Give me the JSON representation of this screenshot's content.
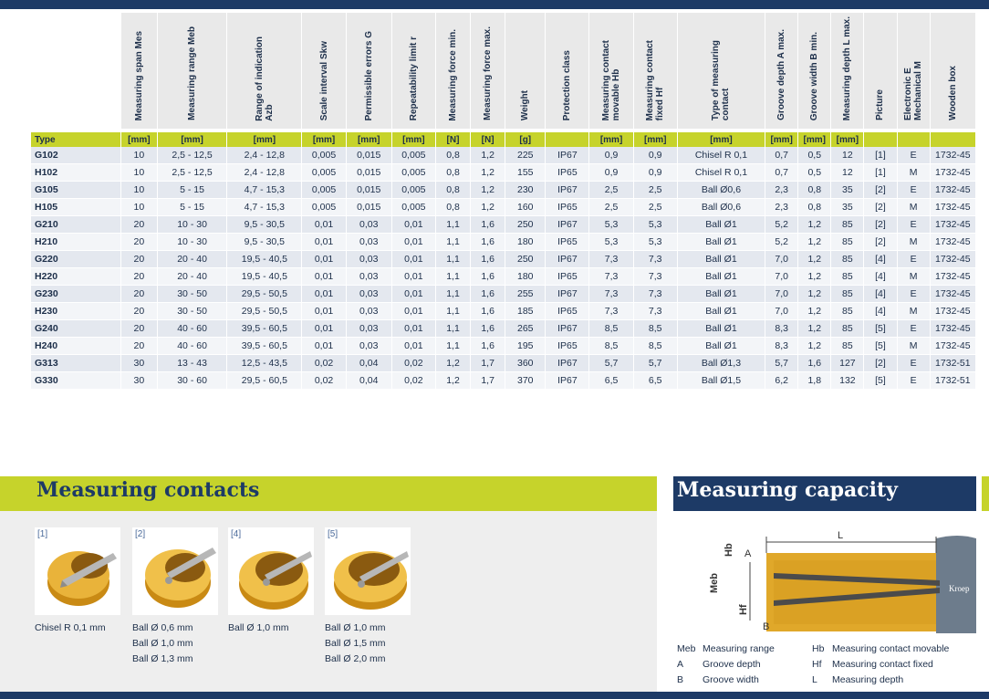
{
  "table": {
    "columns": [
      "Measuring span Mes",
      "Measuring range Meb",
      "Range of indication\nAzb",
      "Scale interval Skw",
      "Permissible errors G",
      "Repeatability limit r",
      "Measuring force min.",
      "Measuring force max.",
      "Weight",
      "Protection class",
      "Measuring contact\nmovable Hb",
      "Measuring contact\nfixed Hf",
      "Type of measuring\ncontact",
      "Groove depth A max.",
      "Groove width B min.",
      "Measuring depth L max.",
      "Picture",
      "Electronic E\nMechanical M",
      "Wooden box"
    ],
    "type_label": "Type",
    "units": [
      "[mm]",
      "[mm]",
      "[mm]",
      "[mm]",
      "[mm]",
      "[mm]",
      "[N]",
      "[N]",
      "[g]",
      "",
      "[mm]",
      "[mm]",
      "[mm]",
      "[mm]",
      "[mm]",
      "[mm]",
      "",
      "",
      ""
    ],
    "rows": [
      [
        "G102",
        "10",
        "2,5 - 12,5",
        "2,4 - 12,8",
        "0,005",
        "0,015",
        "0,005",
        "0,8",
        "1,2",
        "225",
        "IP67",
        "0,9",
        "0,9",
        "Chisel R 0,1",
        "0,7",
        "0,5",
        "12",
        "[1]",
        "E",
        "1732-45"
      ],
      [
        "H102",
        "10",
        "2,5 - 12,5",
        "2,4 - 12,8",
        "0,005",
        "0,015",
        "0,005",
        "0,8",
        "1,2",
        "155",
        "IP65",
        "0,9",
        "0,9",
        "Chisel R 0,1",
        "0,7",
        "0,5",
        "12",
        "[1]",
        "M",
        "1732-45"
      ],
      [
        "G105",
        "10",
        "5 - 15",
        "4,7 - 15,3",
        "0,005",
        "0,015",
        "0,005",
        "0,8",
        "1,2",
        "230",
        "IP67",
        "2,5",
        "2,5",
        "Ball Ø0,6",
        "2,3",
        "0,8",
        "35",
        "[2]",
        "E",
        "1732-45"
      ],
      [
        "H105",
        "10",
        "5 - 15",
        "4,7 - 15,3",
        "0,005",
        "0,015",
        "0,005",
        "0,8",
        "1,2",
        "160",
        "IP65",
        "2,5",
        "2,5",
        "Ball Ø0,6",
        "2,3",
        "0,8",
        "35",
        "[2]",
        "M",
        "1732-45"
      ],
      [
        "G210",
        "20",
        "10 - 30",
        "9,5 - 30,5",
        "0,01",
        "0,03",
        "0,01",
        "1,1",
        "1,6",
        "250",
        "IP67",
        "5,3",
        "5,3",
        "Ball Ø1",
        "5,2",
        "1,2",
        "85",
        "[2]",
        "E",
        "1732-45"
      ],
      [
        "H210",
        "20",
        "10 - 30",
        "9,5 - 30,5",
        "0,01",
        "0,03",
        "0,01",
        "1,1",
        "1,6",
        "180",
        "IP65",
        "5,3",
        "5,3",
        "Ball Ø1",
        "5,2",
        "1,2",
        "85",
        "[2]",
        "M",
        "1732-45"
      ],
      [
        "G220",
        "20",
        "20 - 40",
        "19,5 - 40,5",
        "0,01",
        "0,03",
        "0,01",
        "1,1",
        "1,6",
        "250",
        "IP67",
        "7,3",
        "7,3",
        "Ball Ø1",
        "7,0",
        "1,2",
        "85",
        "[4]",
        "E",
        "1732-45"
      ],
      [
        "H220",
        "20",
        "20 - 40",
        "19,5 - 40,5",
        "0,01",
        "0,03",
        "0,01",
        "1,1",
        "1,6",
        "180",
        "IP65",
        "7,3",
        "7,3",
        "Ball Ø1",
        "7,0",
        "1,2",
        "85",
        "[4]",
        "M",
        "1732-45"
      ],
      [
        "G230",
        "20",
        "30 - 50",
        "29,5 - 50,5",
        "0,01",
        "0,03",
        "0,01",
        "1,1",
        "1,6",
        "255",
        "IP67",
        "7,3",
        "7,3",
        "Ball Ø1",
        "7,0",
        "1,2",
        "85",
        "[4]",
        "E",
        "1732-45"
      ],
      [
        "H230",
        "20",
        "30 - 50",
        "29,5 - 50,5",
        "0,01",
        "0,03",
        "0,01",
        "1,1",
        "1,6",
        "185",
        "IP65",
        "7,3",
        "7,3",
        "Ball Ø1",
        "7,0",
        "1,2",
        "85",
        "[4]",
        "M",
        "1732-45"
      ],
      [
        "G240",
        "20",
        "40 - 60",
        "39,5 - 60,5",
        "0,01",
        "0,03",
        "0,01",
        "1,1",
        "1,6",
        "265",
        "IP67",
        "8,5",
        "8,5",
        "Ball Ø1",
        "8,3",
        "1,2",
        "85",
        "[5]",
        "E",
        "1732-45"
      ],
      [
        "H240",
        "20",
        "40 - 60",
        "39,5 - 60,5",
        "0,01",
        "0,03",
        "0,01",
        "1,1",
        "1,6",
        "195",
        "IP65",
        "8,5",
        "8,5",
        "Ball Ø1",
        "8,3",
        "1,2",
        "85",
        "[5]",
        "M",
        "1732-45"
      ],
      [
        "G313",
        "30",
        "13 - 43",
        "12,5 - 43,5",
        "0,02",
        "0,04",
        "0,02",
        "1,2",
        "1,7",
        "360",
        "IP67",
        "5,7",
        "5,7",
        "Ball Ø1,3",
        "5,7",
        "1,6",
        "127",
        "[2]",
        "E",
        "1732-51"
      ],
      [
        "G330",
        "30",
        "30 - 60",
        "29,5 - 60,5",
        "0,02",
        "0,04",
        "0,02",
        "1,2",
        "1,7",
        "370",
        "IP67",
        "6,5",
        "6,5",
        "Ball Ø1,5",
        "6,2",
        "1,8",
        "132",
        "[5]",
        "E",
        "1732-51"
      ]
    ]
  },
  "contacts": {
    "title": "Measuring contacts",
    "items": [
      {
        "tag": "[1]",
        "captions": [
          "Chisel R 0,1 mm"
        ]
      },
      {
        "tag": "[2]",
        "captions": [
          "Ball Ø 0,6 mm",
          "Ball Ø 1,0 mm",
          "Ball Ø 1,3 mm"
        ]
      },
      {
        "tag": "[4]",
        "captions": [
          "Ball Ø 1,0 mm"
        ]
      },
      {
        "tag": "[5]",
        "captions": [
          "Ball Ø 1,0 mm",
          "Ball Ø 1,5 mm",
          "Ball Ø 2,0 mm"
        ]
      }
    ]
  },
  "capacity": {
    "title": "Measuring capacity",
    "diagram_labels": {
      "L": "L",
      "Hb": "Hb",
      "A": "A",
      "Meb": "Meb",
      "Hf": "Hf",
      "B": "B",
      "brand": "Kroep"
    },
    "legend": [
      {
        "key": "Meb",
        "text": "Measuring range"
      },
      {
        "key": "A",
        "text": "Groove depth"
      },
      {
        "key": "B",
        "text": "Groove width"
      },
      {
        "key": "Hb",
        "text": "Measuring contact movable"
      },
      {
        "key": "Hf",
        "text": "Measuring contact fixed"
      },
      {
        "key": "L",
        "text": "Measuring depth"
      }
    ]
  },
  "colors": {
    "navy": "#1d3a66",
    "lime": "#c6d32b",
    "gold": "#e0a82a"
  }
}
